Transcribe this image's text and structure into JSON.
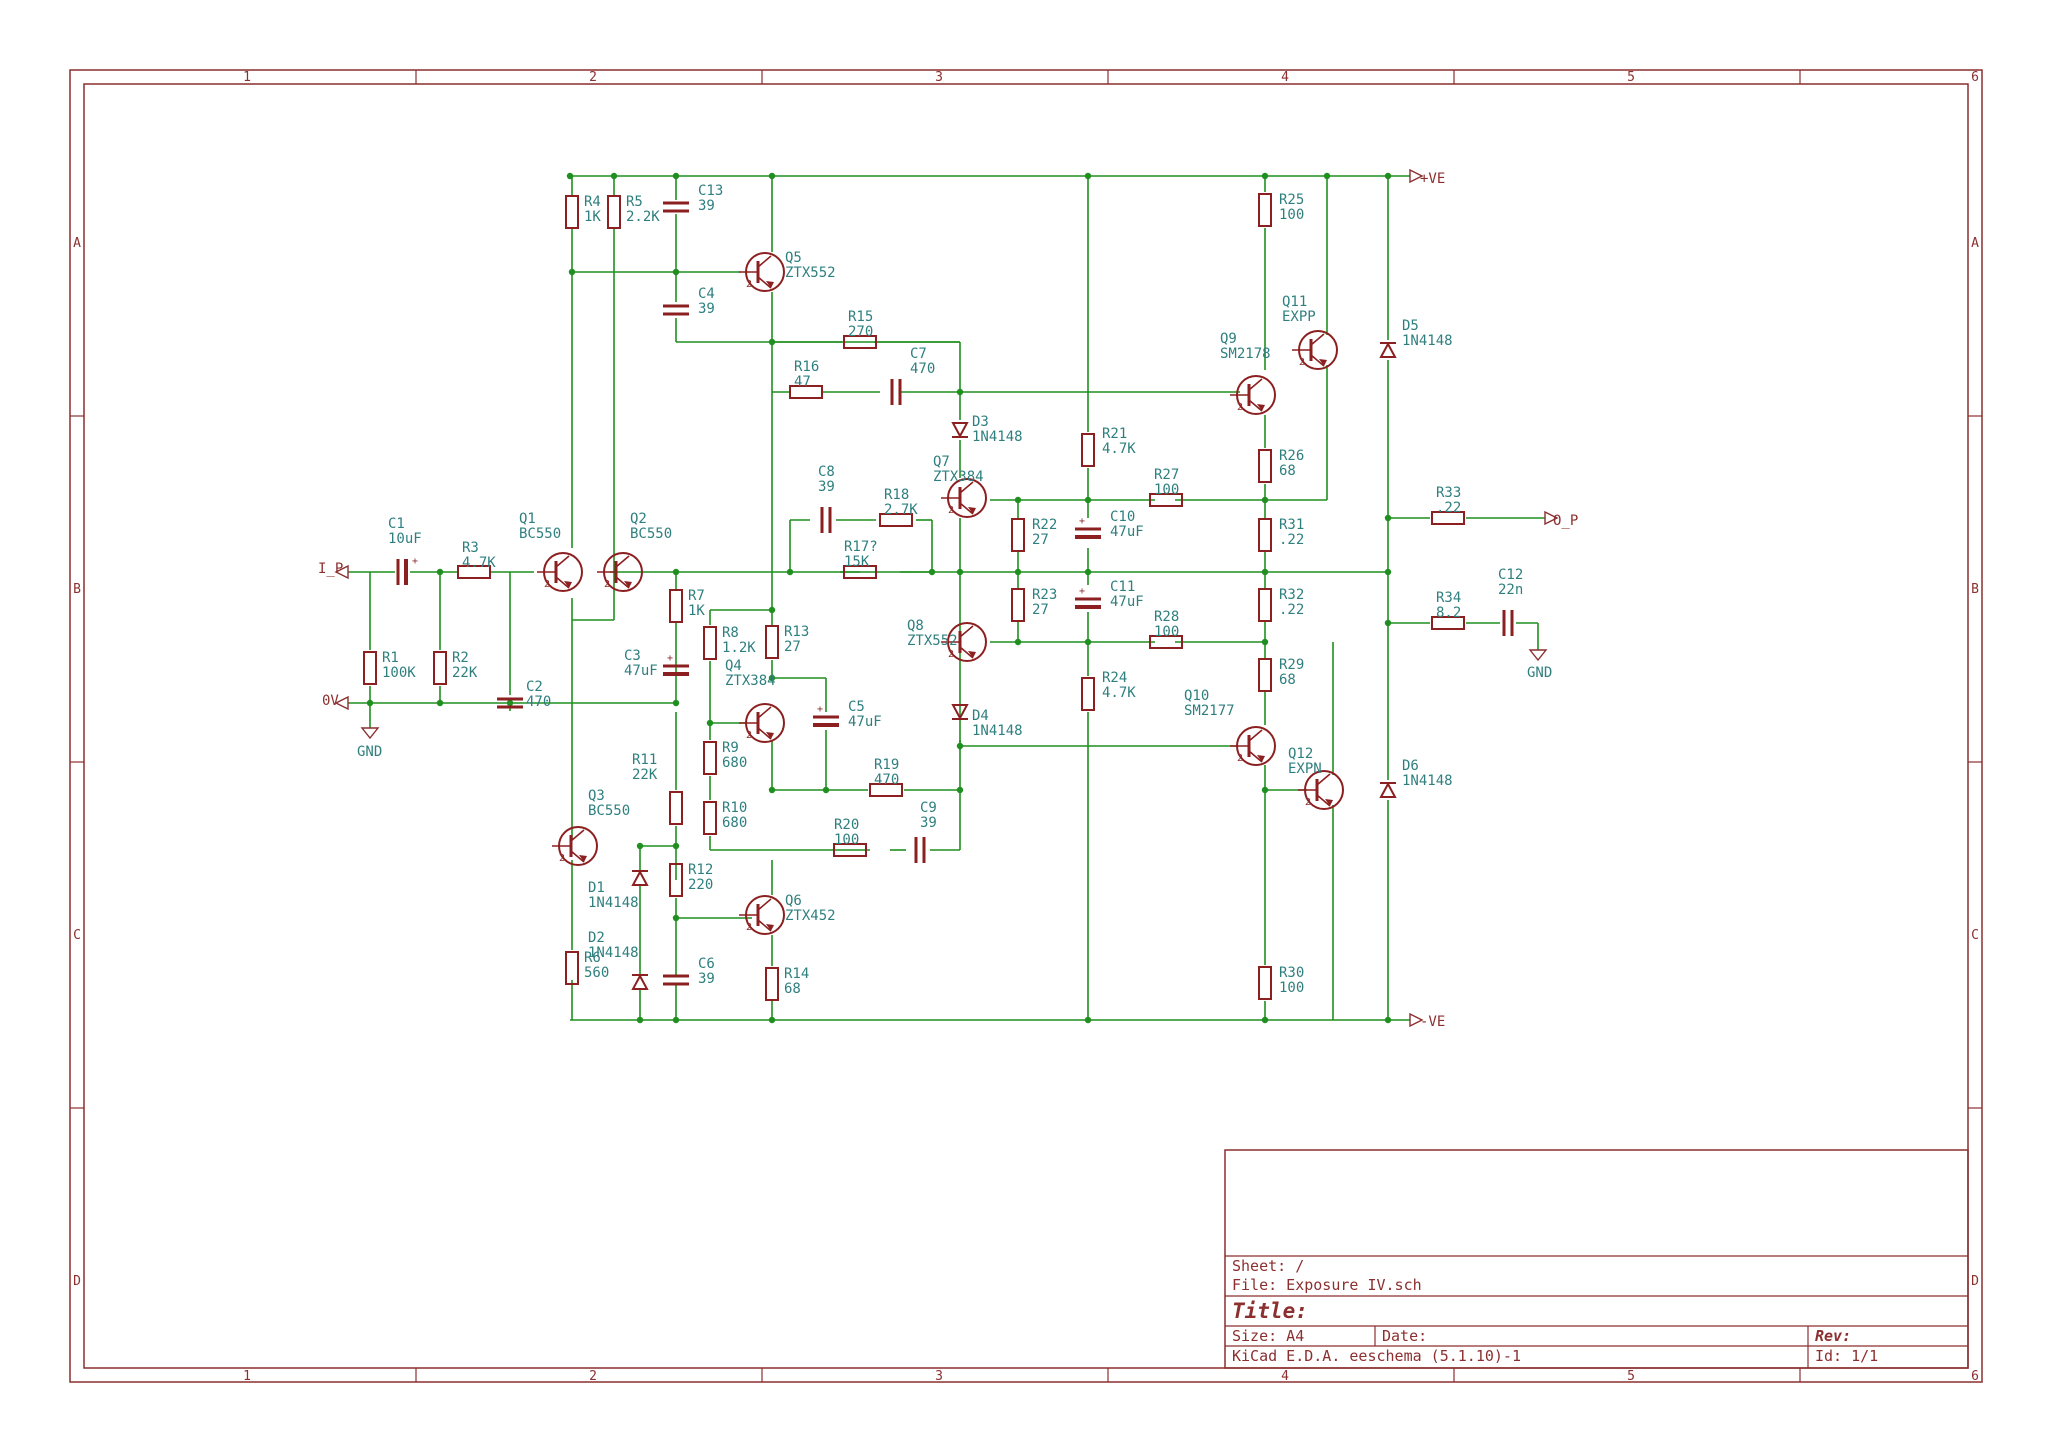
{
  "colors": {
    "wire": "#1f8f1f",
    "body": "#8c1f1f",
    "label": "#2f7f7f",
    "frame": "#8c2f2f",
    "junction": "#1f8f1f"
  },
  "frame": {
    "cols": [
      "1",
      "2",
      "3",
      "4",
      "5",
      "6"
    ],
    "rows": [
      "A",
      "B",
      "C",
      "D"
    ]
  },
  "title_block": {
    "sheet": "Sheet: /",
    "file": "File: Exposure IV.sch",
    "title": "Title:",
    "size": "Size: A4",
    "date": "Date:",
    "rev": "Rev:",
    "tool": "KiCad E.D.A.  eeschema (5.1.10)-1",
    "id": "Id: 1/1"
  },
  "nets": {
    "pve": "+VE",
    "nve": "-VE",
    "ip": "I_P",
    "ov": "0V",
    "op": "O_P",
    "gnd1": "GND",
    "gnd2": "GND"
  },
  "res": [
    {
      "ref": "R1",
      "val": "100K"
    },
    {
      "ref": "R2",
      "val": "22K"
    },
    {
      "ref": "R3",
      "val": "4.7K"
    },
    {
      "ref": "R4",
      "val": "1K"
    },
    {
      "ref": "R5",
      "val": "2.2K"
    },
    {
      "ref": "R6",
      "val": "560"
    },
    {
      "ref": "R7",
      "val": "1K"
    },
    {
      "ref": "R8",
      "val": "1.2K"
    },
    {
      "ref": "R9",
      "val": "680"
    },
    {
      "ref": "R10",
      "val": "680"
    },
    {
      "ref": "R11",
      "val": "22K"
    },
    {
      "ref": "R12",
      "val": "220"
    },
    {
      "ref": "R13",
      "val": "27"
    },
    {
      "ref": "R14",
      "val": "68"
    },
    {
      "ref": "R15",
      "val": "270"
    },
    {
      "ref": "R16",
      "val": "47"
    },
    {
      "ref": "R17?",
      "val": "15K"
    },
    {
      "ref": "R18",
      "val": "2.7K"
    },
    {
      "ref": "R19",
      "val": "470"
    },
    {
      "ref": "R20",
      "val": "100"
    },
    {
      "ref": "R21",
      "val": "4.7K"
    },
    {
      "ref": "R22",
      "val": "27"
    },
    {
      "ref": "R23",
      "val": "27"
    },
    {
      "ref": "R24",
      "val": "4.7K"
    },
    {
      "ref": "R25",
      "val": "100"
    },
    {
      "ref": "R26",
      "val": "68"
    },
    {
      "ref": "R27",
      "val": "100"
    },
    {
      "ref": "R28",
      "val": "100"
    },
    {
      "ref": "R29",
      "val": "68"
    },
    {
      "ref": "R30",
      "val": "100"
    },
    {
      "ref": "R31",
      "val": ".22"
    },
    {
      "ref": "R32",
      "val": ".22"
    },
    {
      "ref": "R33",
      "val": ".22"
    },
    {
      "ref": "R34",
      "val": "8.2"
    }
  ],
  "caps": [
    {
      "ref": "C1",
      "val": "10uF"
    },
    {
      "ref": "C2",
      "val": "470"
    },
    {
      "ref": "C3",
      "val": "47uF"
    },
    {
      "ref": "C4",
      "val": "39"
    },
    {
      "ref": "C5",
      "val": "47uF"
    },
    {
      "ref": "C6",
      "val": "39"
    },
    {
      "ref": "C7",
      "val": "470"
    },
    {
      "ref": "C8",
      "val": "39"
    },
    {
      "ref": "C9",
      "val": "39"
    },
    {
      "ref": "C10",
      "val": "47uF"
    },
    {
      "ref": "C11",
      "val": "47uF"
    },
    {
      "ref": "C12",
      "val": "22n"
    },
    {
      "ref": "C13",
      "val": "39"
    }
  ],
  "trans": [
    {
      "ref": "Q1",
      "val": "BC550"
    },
    {
      "ref": "Q2",
      "val": "BC550"
    },
    {
      "ref": "Q3",
      "val": "BC550"
    },
    {
      "ref": "Q4",
      "val": "ZTX384"
    },
    {
      "ref": "Q5",
      "val": "ZTX552"
    },
    {
      "ref": "Q6",
      "val": "ZTX452"
    },
    {
      "ref": "Q7",
      "val": "ZTX384"
    },
    {
      "ref": "Q8",
      "val": "ZTX552"
    },
    {
      "ref": "Q9",
      "val": "SM2178"
    },
    {
      "ref": "Q10",
      "val": "SM2177"
    },
    {
      "ref": "Q11",
      "val": "EXPP"
    },
    {
      "ref": "Q12",
      "val": "EXPN"
    }
  ],
  "diodes": [
    {
      "ref": "D1",
      "val": "1N4148"
    },
    {
      "ref": "D2",
      "val": "1N4148"
    },
    {
      "ref": "D3",
      "val": "1N4148"
    },
    {
      "ref": "D4",
      "val": "1N4148"
    },
    {
      "ref": "D5",
      "val": "1N4148"
    },
    {
      "ref": "D6",
      "val": "1N4148"
    }
  ]
}
